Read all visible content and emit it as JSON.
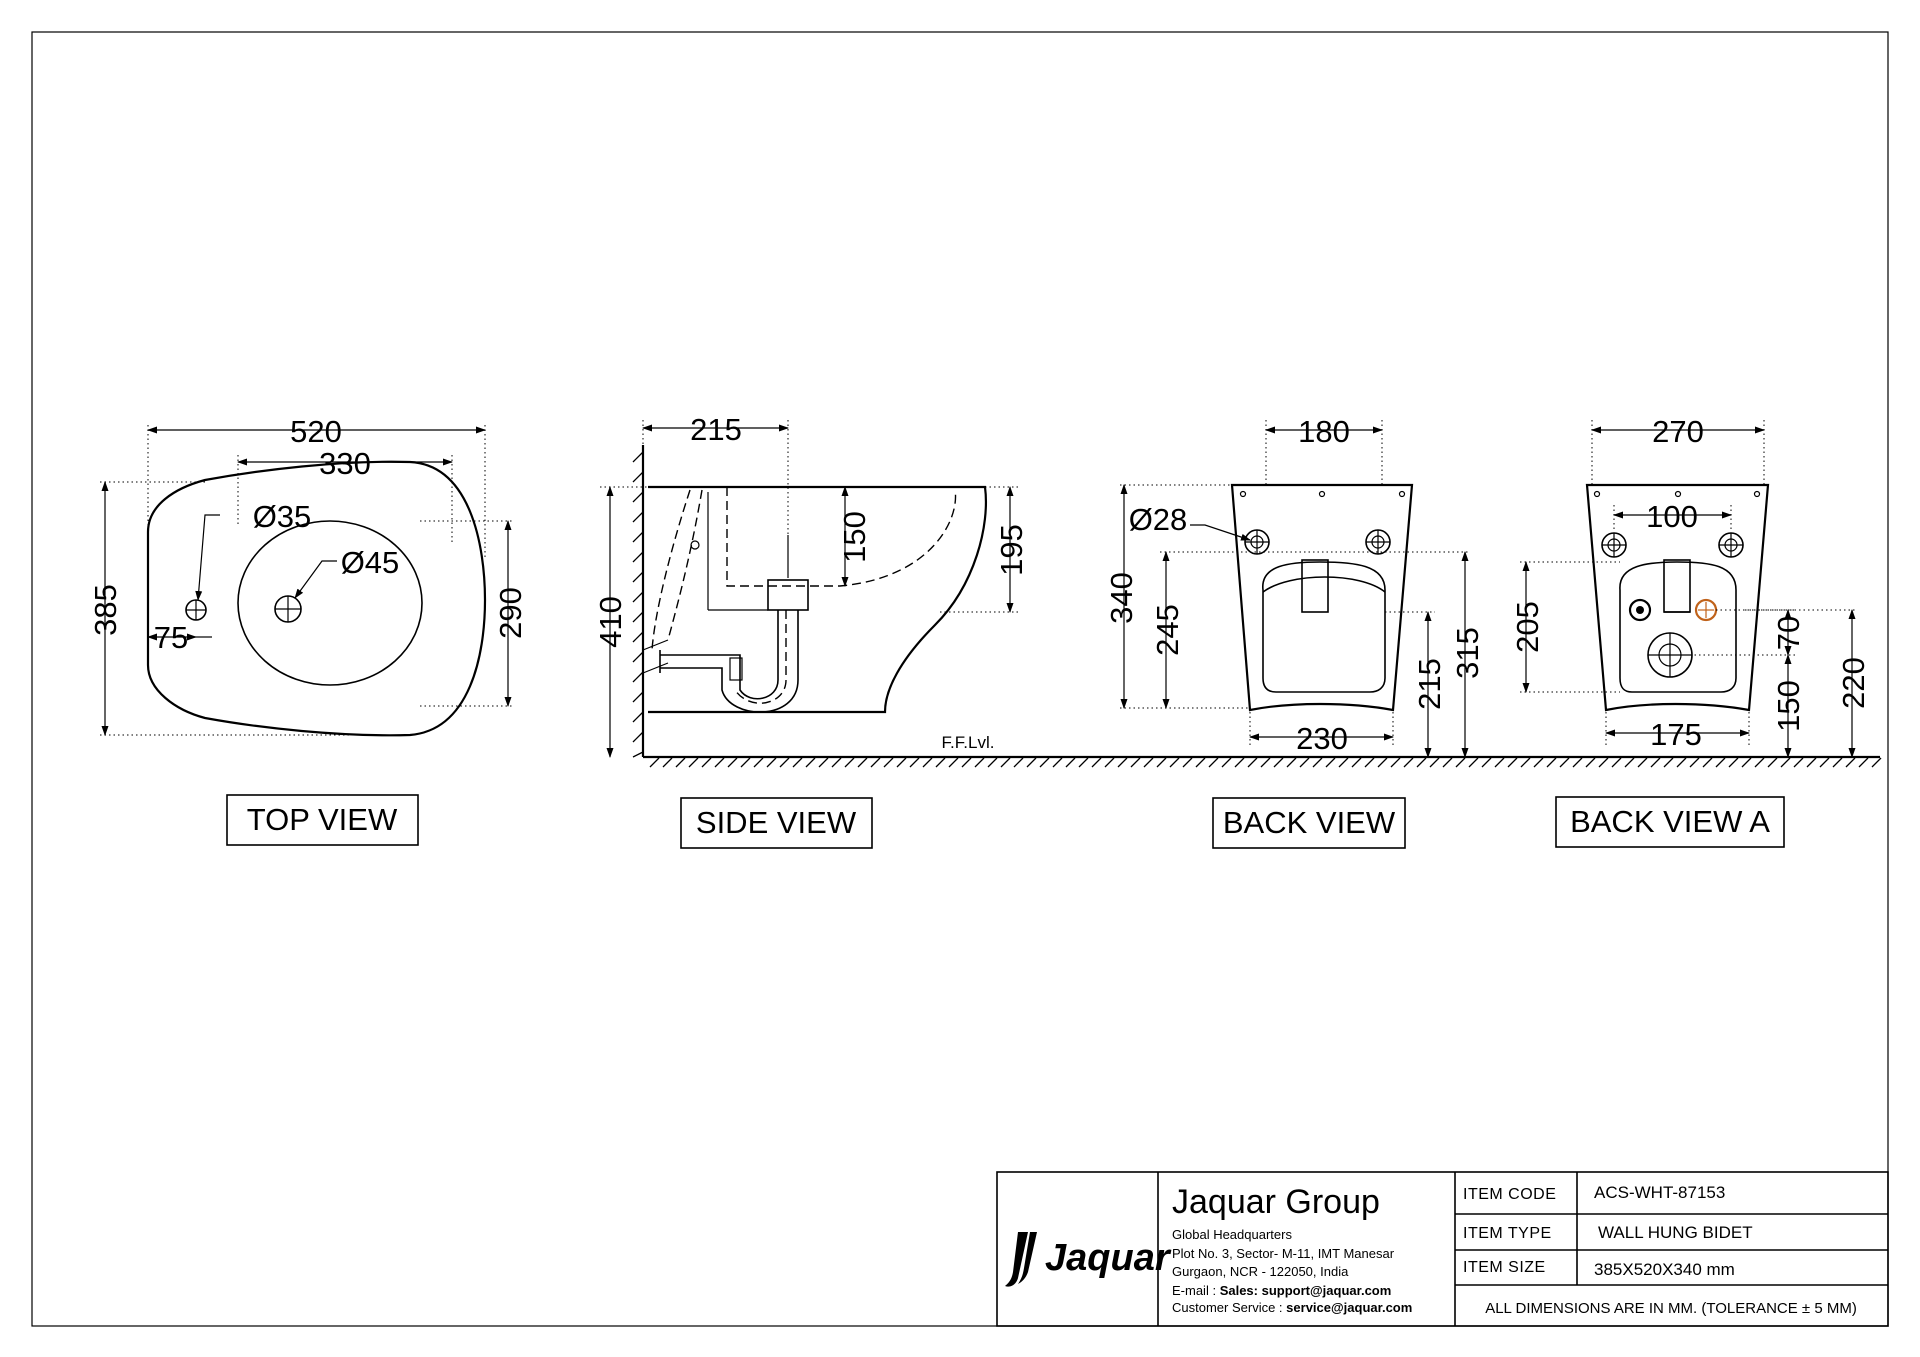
{
  "views": {
    "top": {
      "label": "TOP VIEW",
      "dims": {
        "width": "520",
        "basin_width": "330",
        "depth": "385",
        "basin_depth": "290",
        "hole_offset": "75",
        "tap_hole": "Ø35",
        "drain_hole": "Ø45"
      }
    },
    "side": {
      "label": "SIDE VIEW",
      "dims": {
        "projection": "215",
        "height": "410",
        "bowl_depth": "150",
        "body_height": "195"
      },
      "floor_label": "F.F.Lvl."
    },
    "back": {
      "label": "BACK VIEW",
      "dims": {
        "top_width": "180",
        "fixing_hole": "Ø28",
        "total_height": "340",
        "fixing_height": "245",
        "waste_height": "215",
        "body_height": "315",
        "bottom_width": "230"
      }
    },
    "back_a": {
      "label": "BACK VIEW A",
      "dims": {
        "top_width": "270",
        "hole_spacing": "100",
        "fixing_height": "205",
        "inlet_spacing": "70",
        "waste_height": "150",
        "inlet_height": "220",
        "bottom_width": "175"
      }
    }
  },
  "title_block": {
    "logo": "Jaquar",
    "company": "Jaquar Group",
    "hq_title": "Global Headquarters",
    "address_1": "Plot No. 3, Sector- M-11, IMT Manesar",
    "address_2": "Gurgaon, NCR - 122050, India",
    "email_label": "E-mail :",
    "email_value": "Sales: support@jaquar.com",
    "service_label": "Customer Service :",
    "service_value": "service@jaquar.com",
    "fields": [
      {
        "label": "ITEM  CODE",
        "value": "ACS-WHT-87153"
      },
      {
        "label": "ITEM  TYPE",
        "value": "WALL HUNG BIDET"
      },
      {
        "label": "ITEM  SIZE",
        "value": "385X520X340 mm"
      }
    ],
    "note": "ALL DIMENSIONS ARE IN MM. (TOLERANCE ± 5 MM)"
  },
  "colors": {
    "line": "#000000",
    "accent_inlet": "#c0621a"
  }
}
